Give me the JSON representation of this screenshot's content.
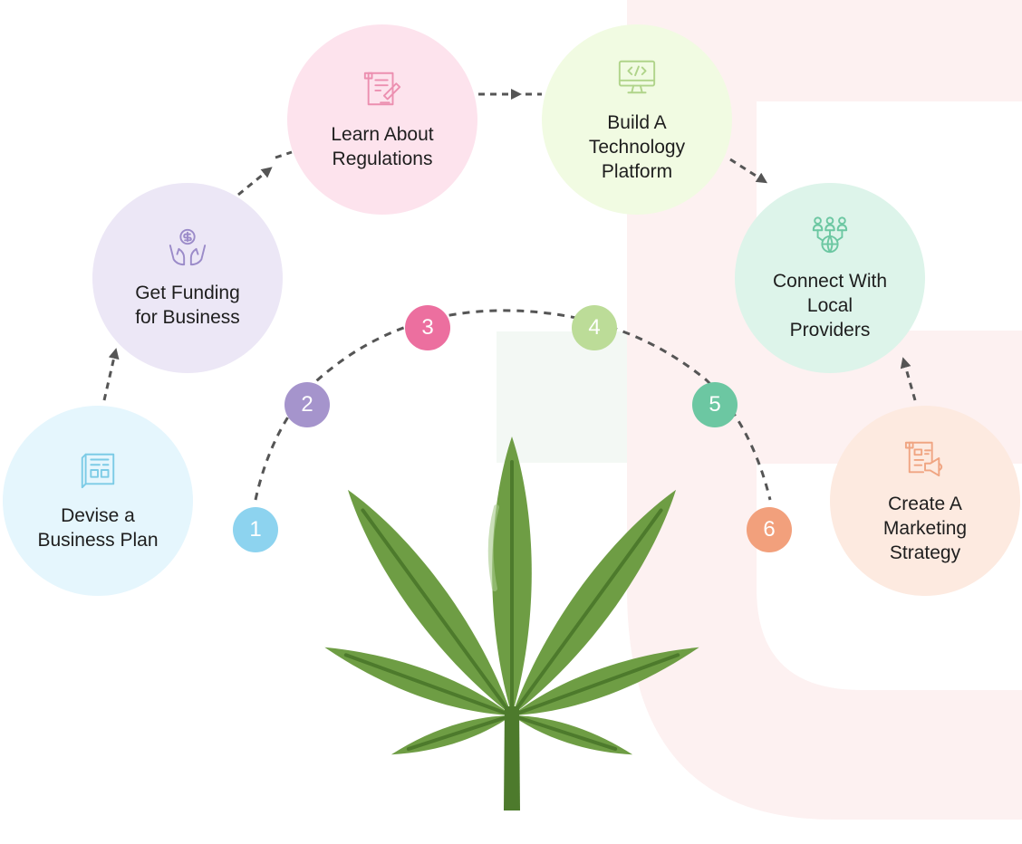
{
  "steps": [
    {
      "number": "1",
      "label": "Devise a\nBusiness Plan",
      "icon": "blueprint-icon",
      "circle_color": "#e5f6fd",
      "badge_color": "#8dd3ef",
      "icon_color": "#7ccbe6"
    },
    {
      "number": "2",
      "label": "Get Funding\nfor Business",
      "icon": "funding-hands-icon",
      "circle_color": "#ece7f6",
      "badge_color": "#a594cc",
      "icon_color": "#9b8bc9"
    },
    {
      "number": "3",
      "label": "Learn About\nRegulations",
      "icon": "regulation-document-icon",
      "circle_color": "#fde3ed",
      "badge_color": "#ec6f9f",
      "icon_color": "#ec8fb0"
    },
    {
      "number": "4",
      "label": "Build A\nTechnology\nPlatform",
      "icon": "code-monitor-icon",
      "circle_color": "#f1fbe2",
      "badge_color": "#bcdc98",
      "icon_color": "#b0d48a"
    },
    {
      "number": "5",
      "label": "Connect With\nLocal\nProviders",
      "icon": "network-people-icon",
      "circle_color": "#ddf4ea",
      "badge_color": "#6cc7a2",
      "icon_color": "#6cc7a2"
    },
    {
      "number": "6",
      "label": "Create A\nMarketing\nStrategy",
      "icon": "marketing-megaphone-icon",
      "circle_color": "#fdeae0",
      "badge_color": "#f2a07c",
      "icon_color": "#f0a582"
    }
  ],
  "colors": {
    "leaf": "#6e9d44",
    "leaf_vein": "#4d7a2c",
    "arc": "#555555",
    "backdrop": "#fdf1f1"
  }
}
